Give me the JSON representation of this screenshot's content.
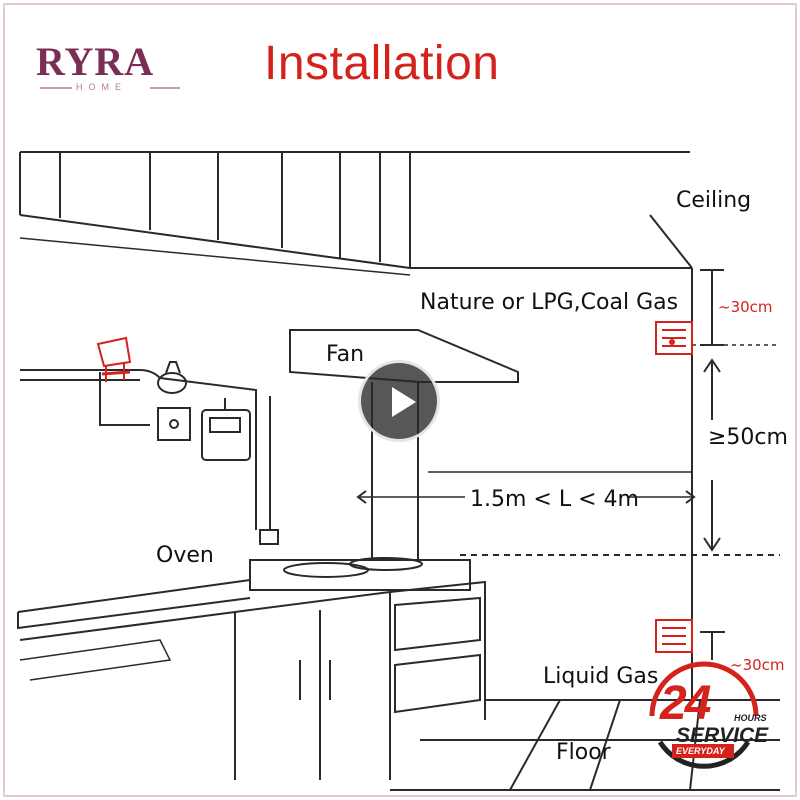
{
  "brand": {
    "name": "RYRA",
    "sub": "HOME"
  },
  "title": "Installation",
  "labels": {
    "ceiling": "Ceiling",
    "gas_type": "Nature or LPG,Coal Gas",
    "top_distance": "~30cm",
    "fan": "Fan",
    "min_distance": "≥50cm",
    "range": "1.5m < L < 4m",
    "oven": "Oven",
    "liquid_gas": "Liquid Gas",
    "floor": "Floor",
    "bottom_distance": "~30cm"
  },
  "badge": {
    "number": "24",
    "hours": "HOURS",
    "service": "SERVICE",
    "everyday": "EVERYDAY"
  },
  "colors": {
    "accent": "#d4231c",
    "brand": "#7a2e55",
    "line": "#2a2a2a",
    "frame": "#e8c6d4"
  },
  "icons": {
    "play": "play-icon",
    "detector": "gas-detector-icon",
    "valve": "gas-valve-icon",
    "meter": "gas-meter-icon"
  }
}
